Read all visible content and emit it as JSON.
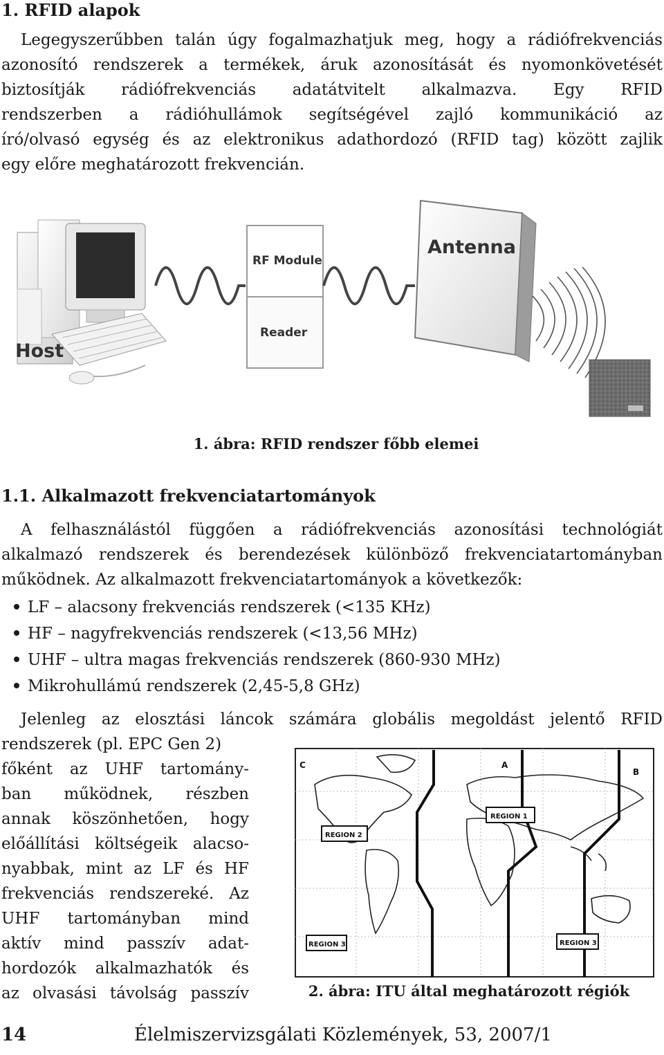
{
  "section1": {
    "heading": "1. RFID alapok",
    "para_lines": [
      "Legegyszerűbben talán úgy fogalmazhatjuk meg, hogy a rádiófrekvenciás",
      "azonosító rendszerek a termékek, áruk azonosítását és nyomonkövetését",
      "biztosítják rádiófrekvenciás adatátvitelt alkalmazva. Egy RFID",
      "rendszerben a rádióhullámok segítségével zajló kommunikáció az",
      "író/olvasó egység és az elektronikus adathordozó (RFID tag) között zajlik",
      "egy előre meghatározott frekvencián."
    ]
  },
  "figure1": {
    "label_host": "Host",
    "label_rf_module": "RF Module",
    "label_reader": "Reader",
    "label_antenna": "Antenna",
    "caption": "1. ábra: RFID rendszer főbb elemei"
  },
  "section11": {
    "heading": "1.1. Alkalmazott frekvenciatartományok",
    "para_lines": [
      "A felhasználástól függően a rádiófrekvenciás azonosítási technológiát",
      "alkalmazó rendszerek és berendezések különböző frekvenciatartományban",
      "működnek. Az alkalmazott frekvenciatartományok a következők:"
    ],
    "bullets": [
      "LF – alacsony frekvenciás rendszerek (<135 KHz)",
      "HF – nagyfrekvenciás rendszerek (<13,56 MHz)",
      "UHF – ultra magas frekvenciás rendszerek (860-930 MHz)",
      "Mikrohullámú rendszerek (2,45-5,8 GHz)"
    ],
    "para2_first": "Jelenleg az elosztási láncok számára globális megoldást jelentő RFID",
    "para2_lines": [
      "rendszerek (pl. EPC Gen 2)",
      "főként az UHF tartomány-",
      "ban működnek, részben",
      "annak köszönhetően, hogy",
      "előállítási költségeik alacso-",
      "nyabbak, mint az LF és HF",
      "frekvenciás rendszereké. Az",
      "UHF tartományban mind",
      "aktív mind passzív adat-",
      "hordozók alkalmazhatók és",
      "az olvasási távolság passzív"
    ]
  },
  "figure2": {
    "region_a": "A",
    "region_b": "B",
    "region_c": "C",
    "region_1": "REGION 1",
    "region_2": "REGION 2",
    "region_3_left": "REGION 3",
    "region_3_right": "REGION 3",
    "caption": "2. ábra: ITU által meghatározott régiók"
  },
  "footer": {
    "page_number": "14",
    "journal": "Élelmiszervizsgálati Közlemények, 53, 2007/1"
  }
}
